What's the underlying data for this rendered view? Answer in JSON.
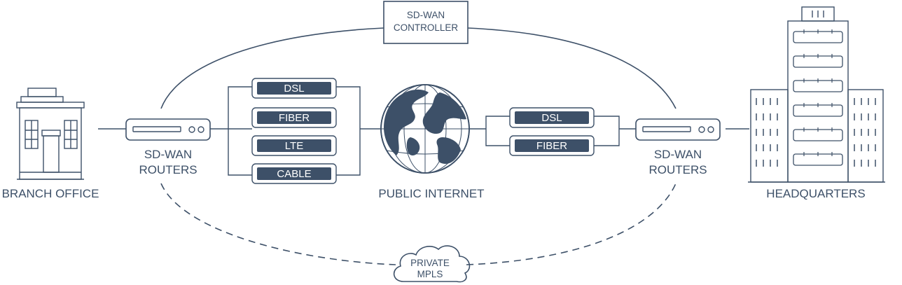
{
  "controller": {
    "line1": "SD-WAN",
    "line2": "CONTROLLER"
  },
  "branch": {
    "label": "BRANCH OFFICE"
  },
  "left_router": {
    "line1": "SD-WAN",
    "line2": "ROUTERS"
  },
  "left_links": [
    "DSL",
    "FIBER",
    "LTE",
    "CABLE"
  ],
  "internet": {
    "label": "PUBLIC INTERNET"
  },
  "right_links": [
    "DSL",
    "FIBER"
  ],
  "right_router": {
    "line1": "SD-WAN",
    "line2": "ROUTERS"
  },
  "headquarters": {
    "label": "HEADQUARTERS"
  },
  "mpls": {
    "line1": "PRIVATE",
    "line2": "MPLS"
  },
  "colors": {
    "ink": "#3d5068",
    "pill_fill": "#3d5068",
    "background": "#ffffff"
  }
}
